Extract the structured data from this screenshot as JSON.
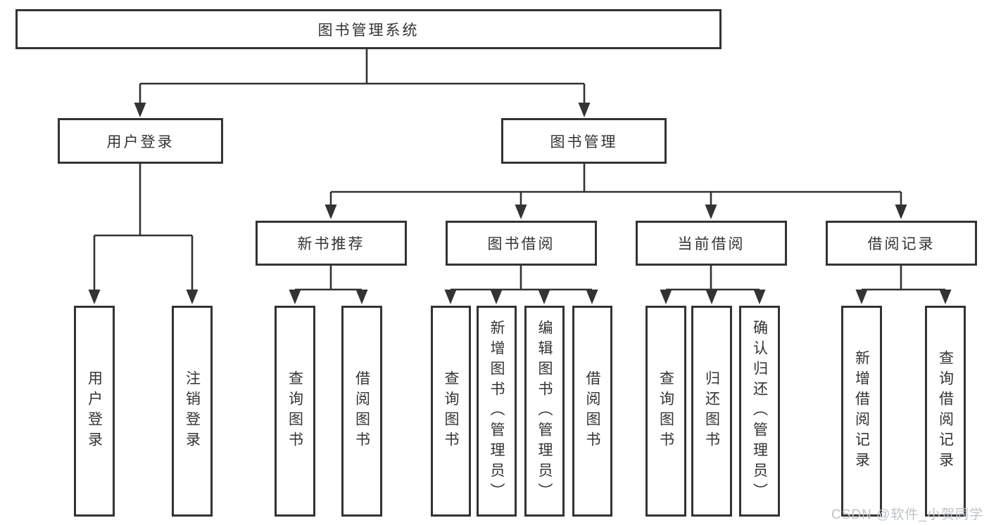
{
  "diagram": {
    "title": "图书管理系统",
    "watermark": "CSDN @软件_小贺同学",
    "colors": {
      "background": "#ffffff",
      "line": "#333333",
      "text": "#333333",
      "watermark": "#bfc3c7"
    },
    "tree": {
      "root": "图书管理系统",
      "children": [
        {
          "label": "用户登录",
          "children": [
            "用户登录",
            "注销登录"
          ]
        },
        {
          "label": "图书管理",
          "children": [
            {
              "label": "新书推荐",
              "children": [
                "查询图书",
                "借阅图书"
              ]
            },
            {
              "label": "图书借阅",
              "children": [
                "查询图书",
                "新增图书（管理员）",
                "编辑图书（管理员）",
                "借阅图书"
              ]
            },
            {
              "label": "当前借阅",
              "children": [
                "查询图书",
                "归还图书",
                "确认归还（管理员）"
              ]
            },
            {
              "label": "借阅记录",
              "children": [
                "新增借阅记录",
                "查询借阅记录"
              ]
            }
          ]
        }
      ]
    }
  }
}
